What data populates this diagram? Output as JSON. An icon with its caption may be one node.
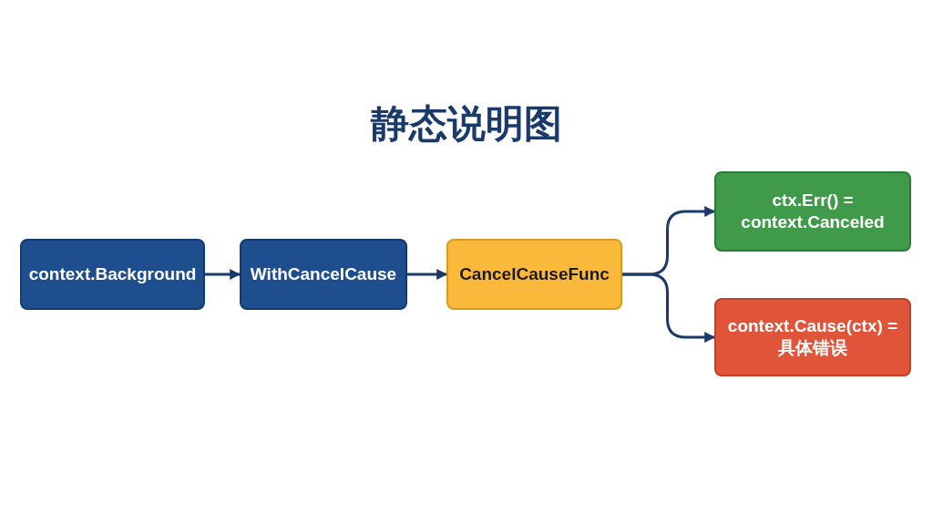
{
  "diagram": {
    "title": "静态说明图",
    "nodes": [
      {
        "text": [
          "context.Background"
        ]
      },
      {
        "text": [
          "WithCancelCause"
        ]
      },
      {
        "text": [
          "CancelCauseFunc"
        ]
      },
      {
        "text": [
          "ctx.Err() = context.Canceled"
        ]
      },
      {
        "text": [
          "context.Cause(ctx) = 具体错误"
        ]
      }
    ],
    "edges": [
      {
        "from": 0,
        "to": 1,
        "arrow": "to"
      },
      {
        "from": 1,
        "to": 2,
        "arrow": "to"
      },
      {
        "from": 2,
        "to": 3,
        "arrow": "to"
      },
      {
        "from": 2,
        "to": 4,
        "arrow": "to"
      }
    ]
  }
}
